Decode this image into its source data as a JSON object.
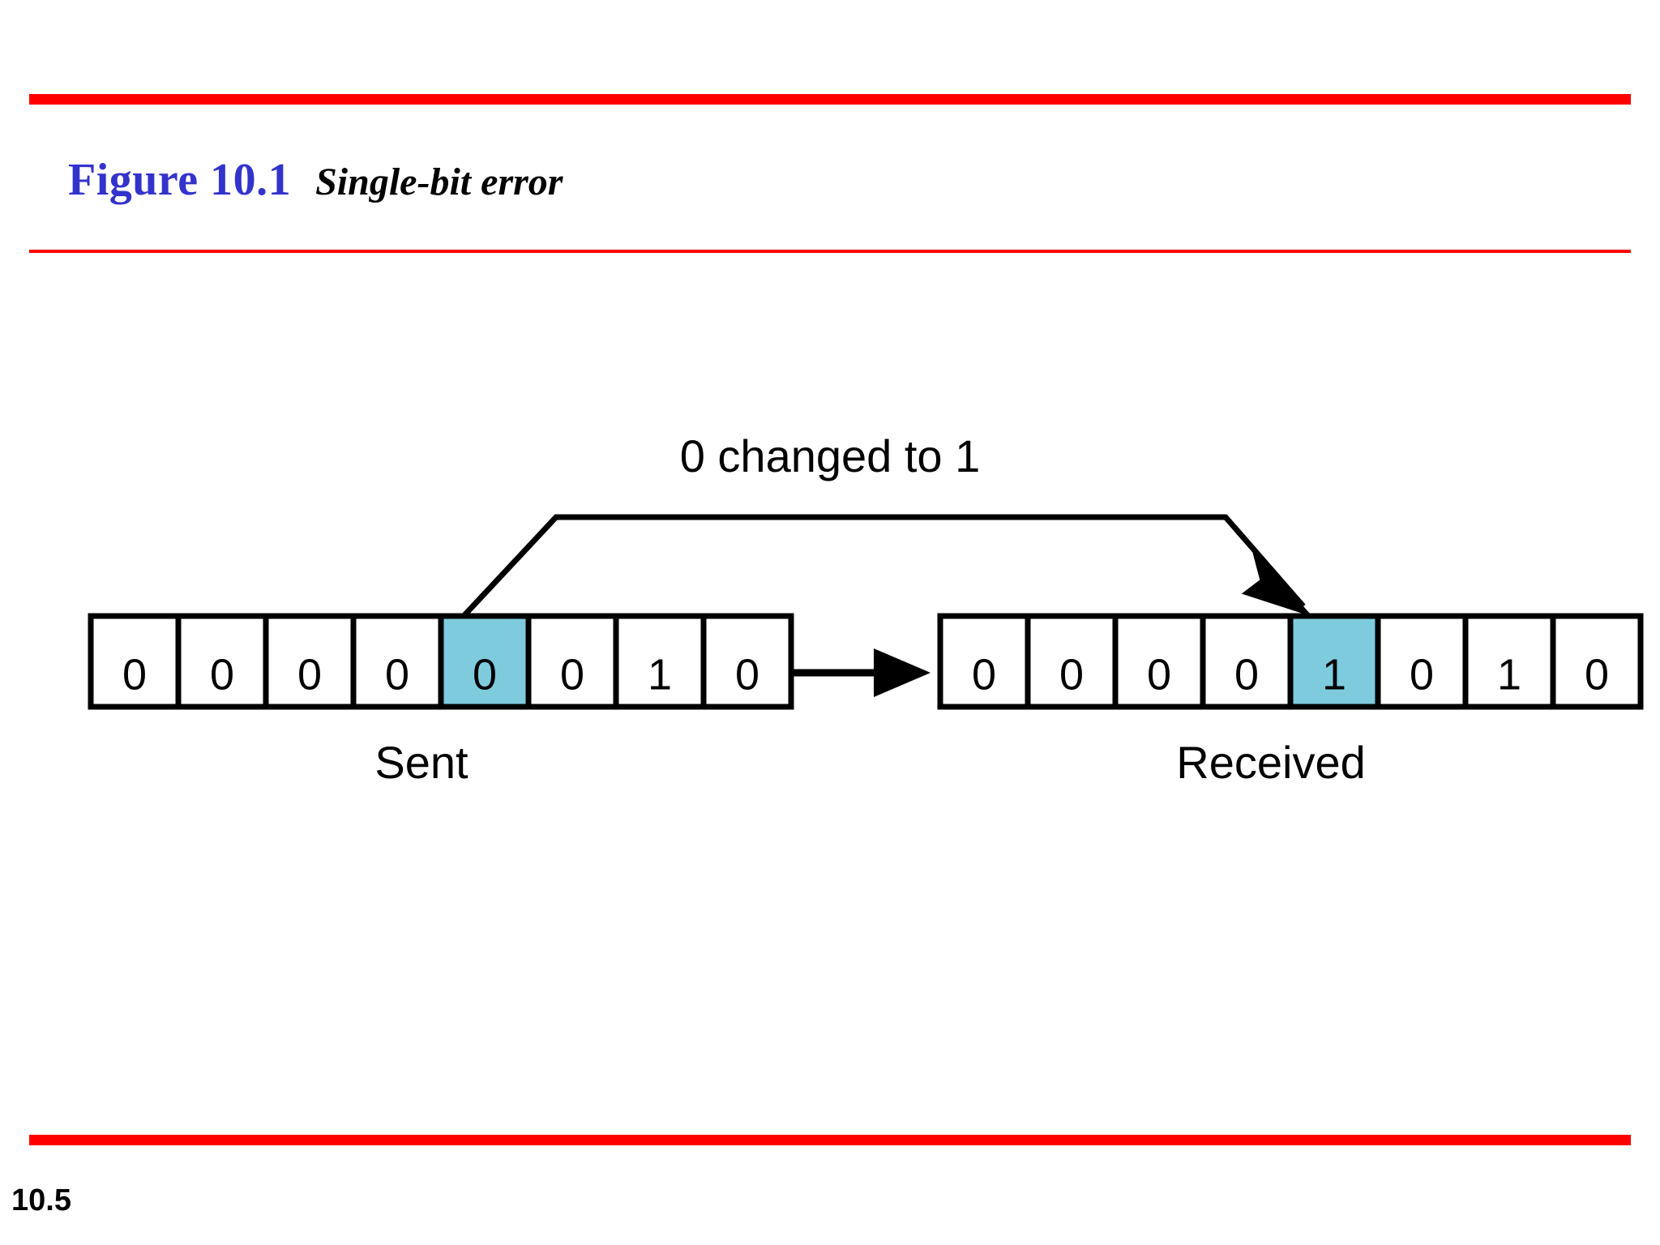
{
  "slide": {
    "title_figure": "Figure 10.1",
    "title_caption": "Single-bit error",
    "page_number": "10.5",
    "rule_color": "#FF0000",
    "title_color": "#3333CC"
  },
  "diagram": {
    "callout_label": "0 changed to 1",
    "highlight_color": "#7FCBDE",
    "box_border_color": "#000000",
    "box_fill_color": "#FFFFFF",
    "sent": {
      "label": "Sent",
      "bits": [
        "0",
        "0",
        "0",
        "0",
        "0",
        "0",
        "1",
        "0"
      ],
      "highlight_index": 4
    },
    "received": {
      "label": "Received",
      "bits": [
        "0",
        "0",
        "0",
        "0",
        "1",
        "0",
        "1",
        "0"
      ],
      "highlight_index": 4
    }
  }
}
